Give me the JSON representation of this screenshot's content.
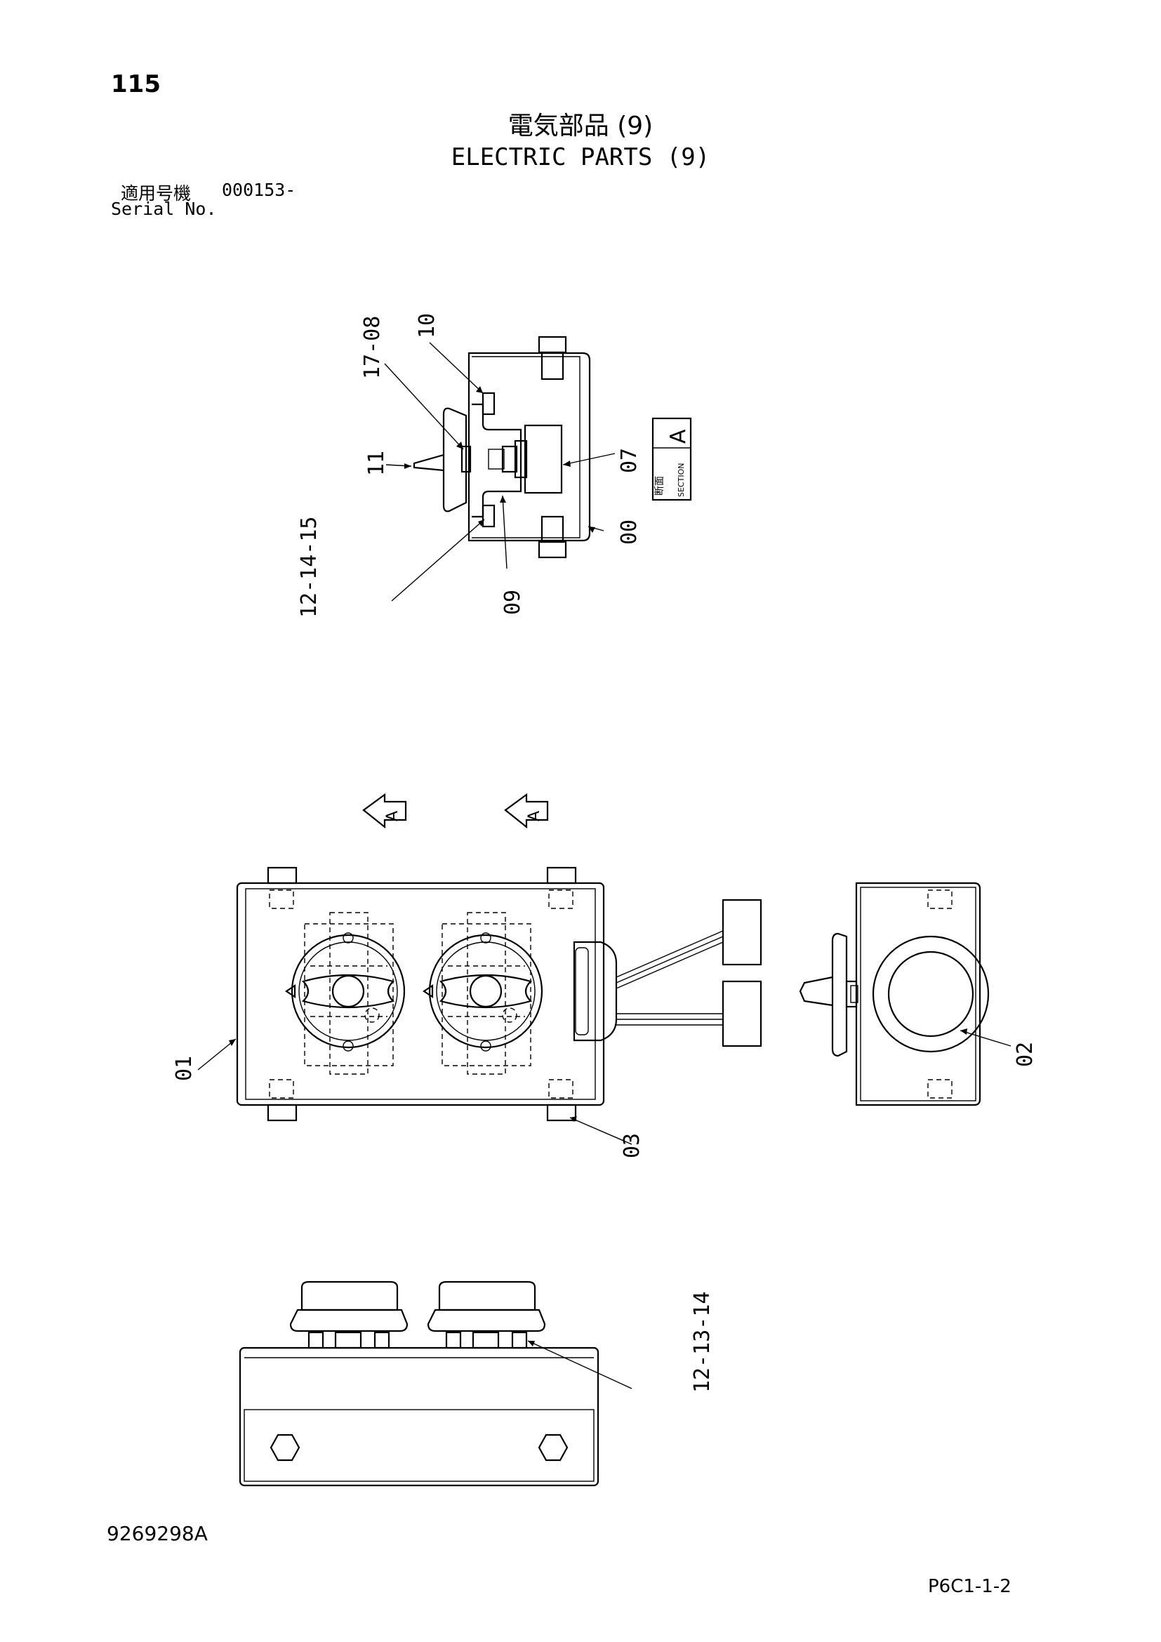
{
  "header": {
    "page_number": "115",
    "title_jp": "電気部品 (9)",
    "title_en": "ELECTRIC PARTS (9)",
    "serial_label_jp": "適用号機",
    "serial_value": "000153-",
    "serial_label_en": "Serial No."
  },
  "section_view": {
    "callouts": {
      "c10": "10",
      "c17_08": "17-08",
      "c11": "11",
      "c07": "07",
      "c00": "00",
      "c09": "09",
      "c12_14_15": "12-14-15"
    },
    "section_box": {
      "kanji": "断面",
      "word": "SECTION",
      "letter": "A"
    }
  },
  "view_arrows": [
    "A",
    "A"
  ],
  "front_view": {
    "callouts": {
      "c01": "01",
      "c03": "03",
      "c02": "02"
    }
  },
  "bottom_view": {
    "callouts": {
      "c12_13_14": "12-13-14"
    }
  },
  "footer": {
    "drawing_number": "9269298A",
    "page_code": "P6C1-1-2"
  }
}
